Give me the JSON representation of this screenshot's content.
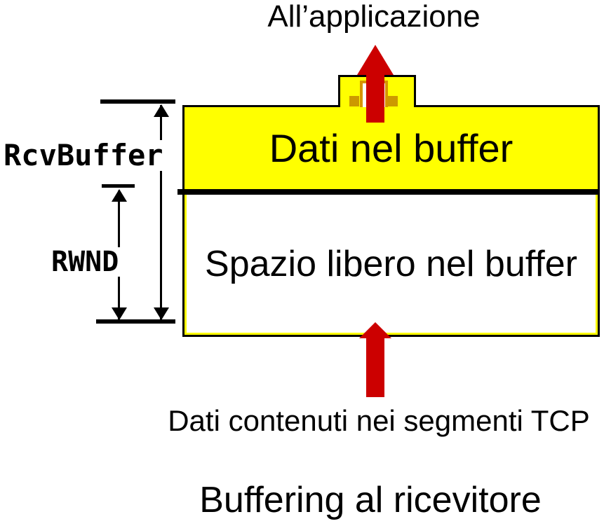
{
  "diagram": {
    "top_label": "All’applicazione",
    "box": {
      "data_label": "Dati nel buffer",
      "free_label": "Spazio libero nel buffer"
    },
    "measures": {
      "rcvbuffer": "RcvBuffer",
      "rwnd": "RWND"
    },
    "incoming_label": "Dati contenuti nei segmenti TCP",
    "caption": "Buffering al ricevitore",
    "colors": {
      "buffer_yellow": "#FFFF00",
      "arrow_red": "#CC0000",
      "socket_door_orange": "#D69400",
      "socket_square_orange": "#CC9900",
      "line_black": "#000000"
    },
    "icons": {
      "top_arrow": "arrow-up-icon",
      "bottom_arrow": "arrow-up-icon",
      "socket": "socket-door-icon",
      "dimension_arrows": "double-headed-arrow-icon"
    }
  }
}
